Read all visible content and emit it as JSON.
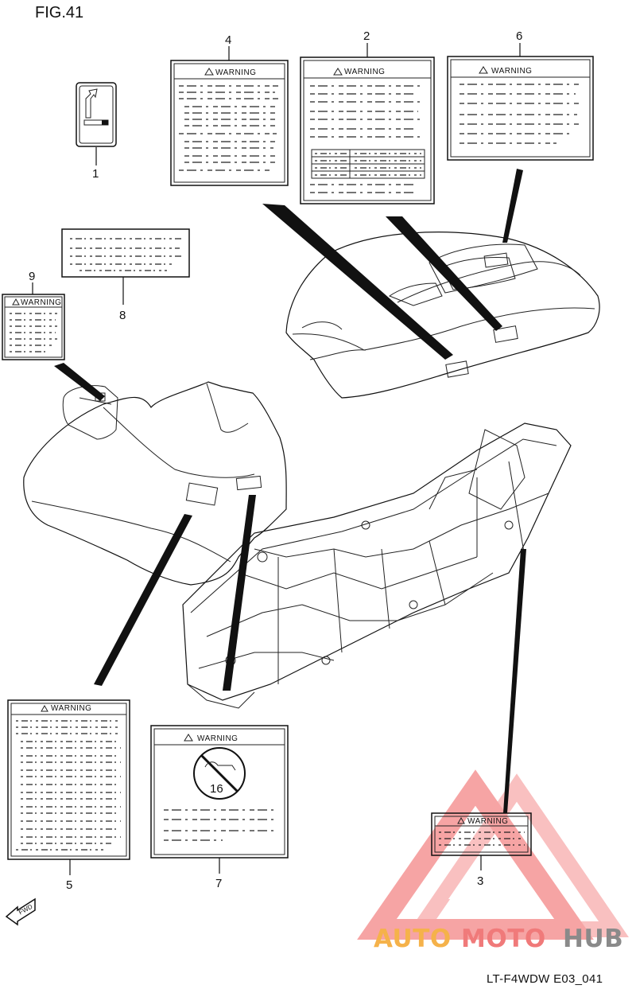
{
  "figure": {
    "title": "FIG.41",
    "reference_code": "LT-F4WDW E03_041",
    "warning_text": "WARNING",
    "label_7_age": "16",
    "fwd_text": "FWD"
  },
  "callouts": [
    "1",
    "2",
    "3",
    "4",
    "5",
    "6",
    "7",
    "8",
    "9"
  ],
  "watermark": {
    "part_auto": "AUTO",
    "part_moto": "MOTO",
    "part_hub": "HUB",
    "colors": {
      "auto": "#f5b24a",
      "moto": "#f07a7a",
      "hub": "#8a8a8a",
      "logo": "#ef5a5a"
    }
  }
}
